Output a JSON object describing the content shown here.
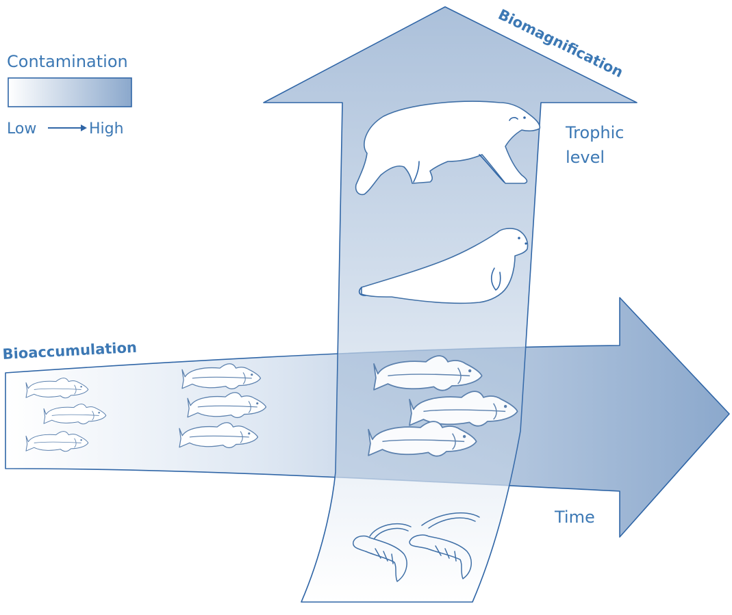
{
  "legend": {
    "title": "Contamination",
    "low": "Low",
    "high": "High"
  },
  "labels": {
    "biomagnification": "Biomagnification",
    "trophic_level": [
      "Trophic",
      "level"
    ],
    "bioaccumulation": "Bioaccumulation",
    "time": "Time"
  },
  "colors": {
    "low": "#ffffff",
    "high": "#8ba8cc",
    "outline": "#2f65a6",
    "text": "#3c78b4"
  },
  "organisms": [
    "polar-bear",
    "seal",
    "fish",
    "fish",
    "fish",
    "shrimp"
  ]
}
